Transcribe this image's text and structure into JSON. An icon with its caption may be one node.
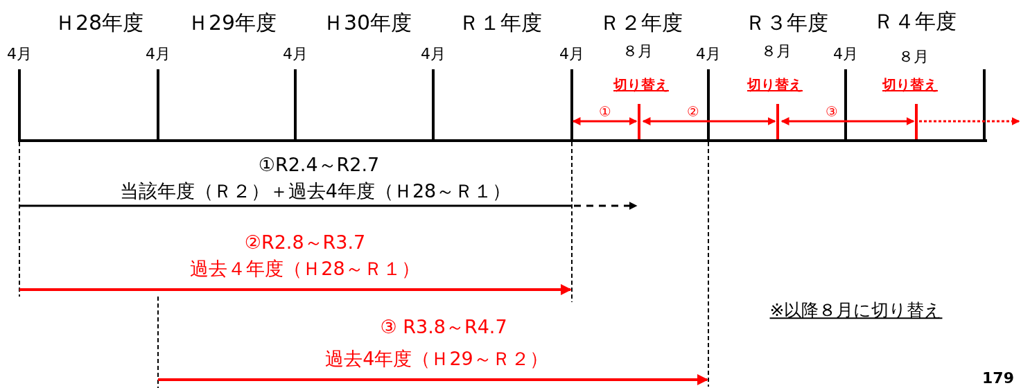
{
  "diagram": {
    "labels": [
      "Ｈ28年度",
      "Ｈ29年度",
      "Ｈ30年度",
      "Ｒ１年度",
      "Ｒ２年度",
      "Ｒ３年度",
      "Ｒ４年度",
      "4月",
      "4月",
      "4月",
      "4月",
      "4月",
      "８月",
      "4月",
      "８月",
      "4月",
      "８月",
      "切り替え",
      "切り替え",
      "切り替え",
      "①",
      "②",
      "③",
      "①R2.4～R2.7",
      "当該年度（Ｒ２）＋過去4年度（Ｈ28～Ｒ１）",
      "②R2.8～R3.7",
      "過去４年度（Ｈ28～Ｒ１）",
      "※以降８月に切り替え",
      "③ R3.8～R4.7",
      "過去4年度（Ｈ29～Ｒ２）",
      "179"
    ]
  }
}
